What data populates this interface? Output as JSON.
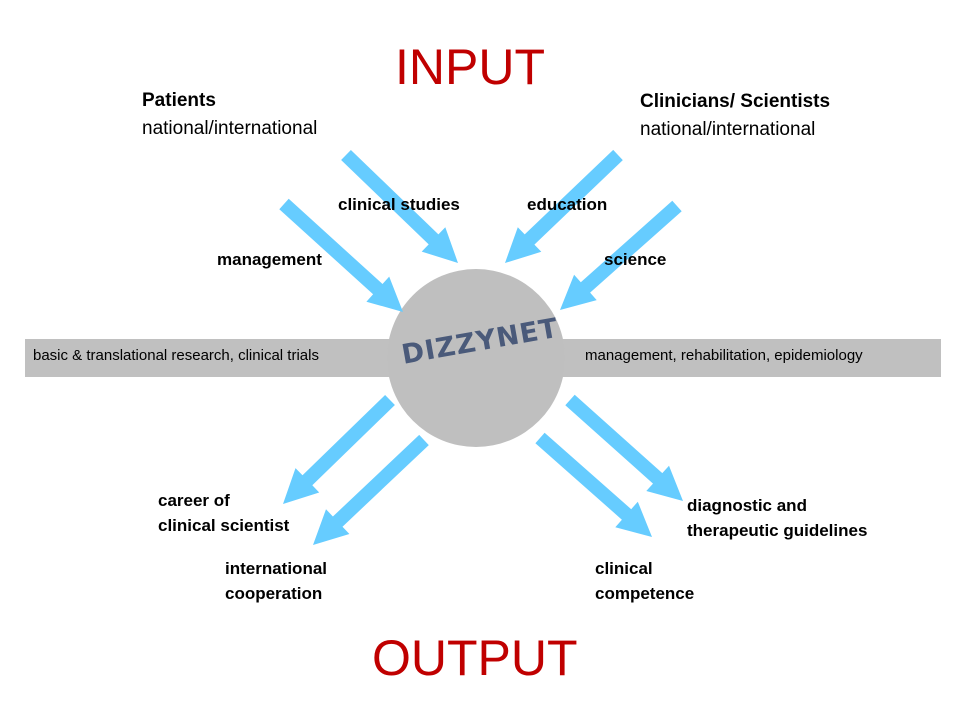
{
  "title_input": "INPUT",
  "title_output": "OUTPUT",
  "patients": {
    "title": "Patients",
    "subtitle": "national/international"
  },
  "clinicians": {
    "title": "Clinicians/ Scientists",
    "subtitle": "national/international"
  },
  "input_labels": {
    "clinical_studies": "clinical  studies",
    "education": "education",
    "management": "management",
    "science": "science"
  },
  "band": {
    "left": "basic & translational research, clinical trials",
    "right": "management, rehabilitation, epidemiology"
  },
  "logo": {
    "text": "DIZZYNET"
  },
  "output_labels": {
    "career_line1": "career of",
    "career_line2": "clinical  scientist",
    "intl_line1": "international",
    "intl_line2": "cooperation",
    "clinical_line1": "clinical",
    "clinical_line2": "competence",
    "guidelines_line1": "diagnostic  and",
    "guidelines_line2": "therapeutic guidelines"
  },
  "colors": {
    "arrow": "#66ccff",
    "band": "#c0c0c0",
    "circle": "#bfbfbf",
    "title": "#c00000",
    "logo": "#4a5a7a"
  }
}
